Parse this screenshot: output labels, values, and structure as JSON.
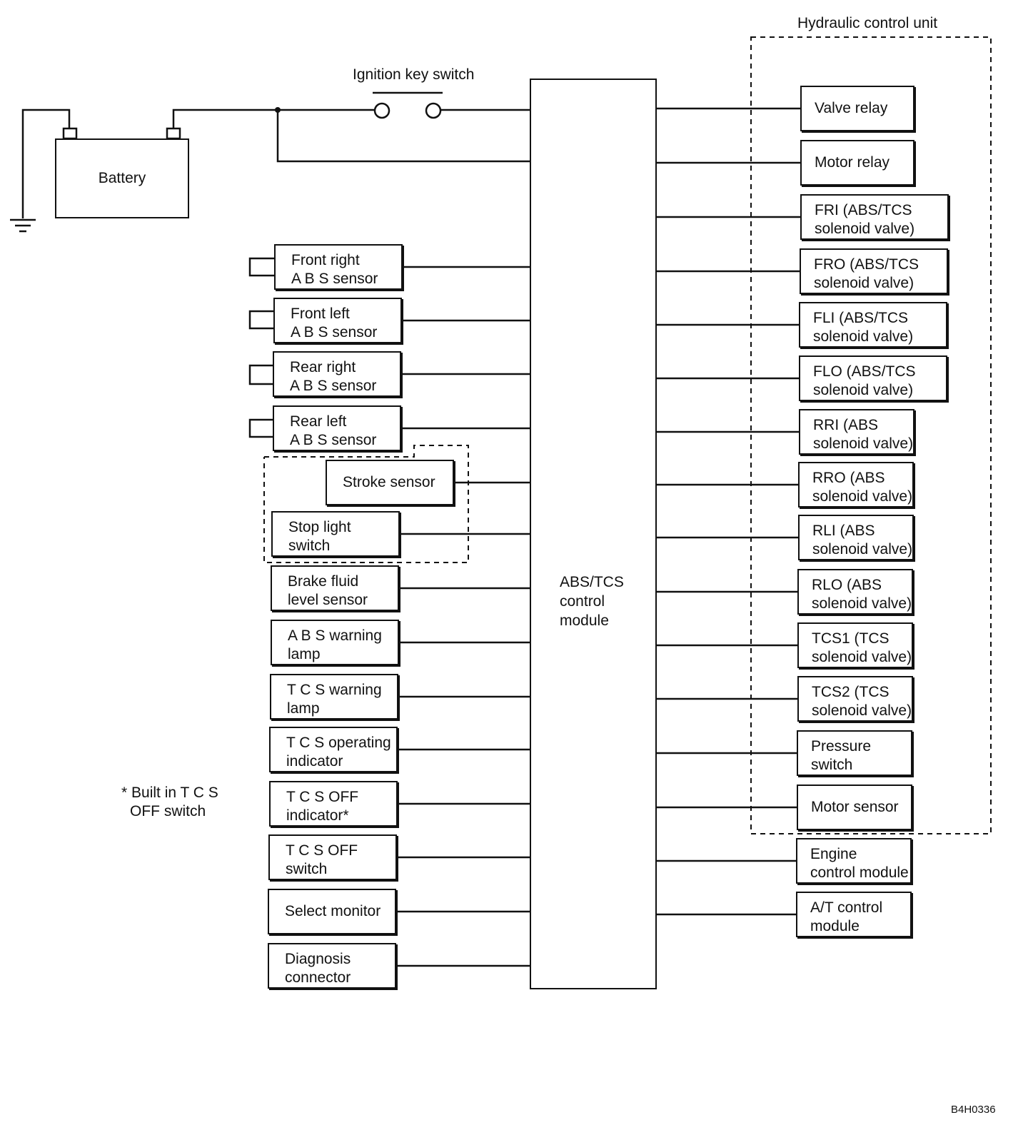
{
  "hydraulic_unit_label": "Hydraulic control unit",
  "ignition_label": "Ignition key switch",
  "battery_label": "Battery",
  "module_lines": [
    "ABS/TCS",
    "control",
    "module"
  ],
  "footnote_lines": [
    "* Built in T C S",
    "OFF switch"
  ],
  "figure_code": "B4H0336",
  "left_components": [
    {
      "id": "front-right-abs-sensor",
      "lines": [
        "Front right",
        "A B S  sensor"
      ]
    },
    {
      "id": "front-left-abs-sensor",
      "lines": [
        "Front left",
        "A B S  sensor"
      ]
    },
    {
      "id": "rear-right-abs-sensor",
      "lines": [
        "Rear right",
        "A B S  sensor"
      ]
    },
    {
      "id": "rear-left-abs-sensor",
      "lines": [
        "Rear left",
        "A B S  sensor"
      ]
    },
    {
      "id": "stroke-sensor",
      "lines": [
        "Stroke sensor"
      ]
    },
    {
      "id": "stop-light-switch",
      "lines": [
        "Stop light",
        "switch"
      ]
    },
    {
      "id": "brake-fluid-level-sensor",
      "lines": [
        "Brake fluid",
        "level sensor"
      ]
    },
    {
      "id": "abs-warning-lamp",
      "lines": [
        "A B S  warning",
        "lamp"
      ]
    },
    {
      "id": "tcs-warning-lamp",
      "lines": [
        "T C S  warning",
        "lamp"
      ]
    },
    {
      "id": "tcs-operating-indicator",
      "lines": [
        "T C S  operating",
        "indicator"
      ]
    },
    {
      "id": "tcs-off-indicator",
      "lines": [
        "T C S  OFF",
        "indicator*"
      ]
    },
    {
      "id": "tcs-off-switch",
      "lines": [
        "T C S  OFF",
        "switch"
      ]
    },
    {
      "id": "select-monitor",
      "lines": [
        "Select monitor"
      ]
    },
    {
      "id": "diagnosis-connector",
      "lines": [
        "Diagnosis",
        "connector"
      ]
    }
  ],
  "right_components": [
    {
      "id": "valve-relay",
      "lines": [
        "Valve relay"
      ]
    },
    {
      "id": "motor-relay",
      "lines": [
        "Motor relay"
      ]
    },
    {
      "id": "fri-solenoid-valve",
      "lines": [
        "FRI (ABS/TCS",
        "solenoid valve)"
      ]
    },
    {
      "id": "fro-solenoid-valve",
      "lines": [
        "FRO (ABS/TCS",
        "solenoid valve)"
      ]
    },
    {
      "id": "fli-solenoid-valve",
      "lines": [
        "FLI (ABS/TCS",
        "solenoid valve)"
      ]
    },
    {
      "id": "flo-solenoid-valve",
      "lines": [
        "FLO (ABS/TCS",
        "solenoid valve)"
      ]
    },
    {
      "id": "rri-solenoid-valve",
      "lines": [
        "RRI (ABS",
        "solenoid valve)"
      ]
    },
    {
      "id": "rro-solenoid-valve",
      "lines": [
        "RRO (ABS",
        "solenoid valve)"
      ]
    },
    {
      "id": "rli-solenoid-valve",
      "lines": [
        "RLI (ABS",
        "solenoid valve)"
      ]
    },
    {
      "id": "rlo-solenoid-valve",
      "lines": [
        "RLO (ABS",
        "solenoid valve)"
      ]
    },
    {
      "id": "tcs1-solenoid-valve",
      "lines": [
        "TCS1 (TCS",
        "solenoid valve)"
      ]
    },
    {
      "id": "tcs2-solenoid-valve",
      "lines": [
        "TCS2 (TCS",
        "solenoid valve)"
      ]
    },
    {
      "id": "pressure-switch",
      "lines": [
        "Pressure",
        "switch"
      ]
    },
    {
      "id": "motor-sensor",
      "lines": [
        "Motor sensor"
      ]
    },
    {
      "id": "engine-control-module",
      "lines": [
        "Engine",
        "control module"
      ]
    },
    {
      "id": "at-control-module",
      "lines": [
        "A/T control",
        "module"
      ]
    }
  ]
}
